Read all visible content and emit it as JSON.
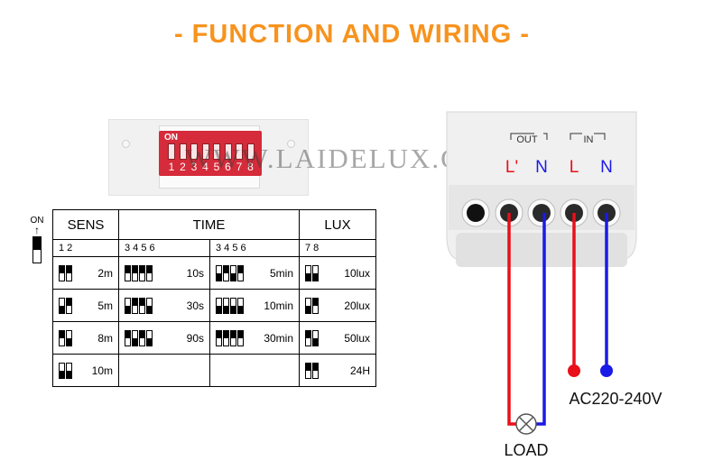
{
  "title": "- FUNCTION AND WIRING -",
  "colors": {
    "accent": "#f7931e",
    "live": "#e8101a",
    "neutral": "#1a1ae6",
    "dip_red": "#d52b3a"
  },
  "watermark": "WWW.LAIDELUX.COM",
  "dip_photo": {
    "on_label": "ON",
    "numbers": [
      "1",
      "2",
      "3",
      "4",
      "5",
      "6",
      "7",
      "8"
    ]
  },
  "on_legend": {
    "label": "ON"
  },
  "table": {
    "headers": {
      "sens": "SENS",
      "time": "TIME",
      "lux": "LUX"
    },
    "sub": {
      "sens": "1 2",
      "time1": "3 4 5 6",
      "time2": "3 4 5 6",
      "lux": "7 8"
    },
    "rows": [
      {
        "sens": {
          "v": "2m",
          "d": [
            1,
            1
          ]
        },
        "t1": {
          "v": "10s",
          "d": [
            1,
            1,
            1,
            1
          ]
        },
        "t2": {
          "v": "5min",
          "d": [
            0,
            1,
            0,
            1
          ]
        },
        "lux": {
          "v": "10lux",
          "d": [
            0,
            0
          ]
        }
      },
      {
        "sens": {
          "v": "5m",
          "d": [
            0,
            1
          ]
        },
        "t1": {
          "v": "30s",
          "d": [
            0,
            1,
            1,
            0
          ]
        },
        "t2": {
          "v": "10min",
          "d": [
            0,
            0,
            0,
            0
          ]
        },
        "lux": {
          "v": "20lux",
          "d": [
            0,
            1
          ]
        }
      },
      {
        "sens": {
          "v": "8m",
          "d": [
            1,
            0
          ]
        },
        "t1": {
          "v": "90s",
          "d": [
            1,
            0,
            1,
            0
          ]
        },
        "t2": {
          "v": "30min",
          "d": [
            1,
            1,
            1,
            1
          ]
        },
        "lux": {
          "v": "50lux",
          "d": [
            1,
            0
          ]
        }
      },
      {
        "sens": {
          "v": "10m",
          "d": [
            0,
            0
          ]
        },
        "t1": {
          "v": "",
          "d": []
        },
        "t2": {
          "v": "",
          "d": []
        },
        "lux": {
          "v": "24H",
          "d": [
            1,
            1
          ]
        }
      }
    ]
  },
  "terminals": {
    "out": "OUT",
    "in": "IN",
    "out_l": "L'",
    "out_n": "N",
    "in_l": "L",
    "in_n": "N"
  },
  "labels": {
    "supply": "AC220-240V",
    "load": "LOAD"
  }
}
